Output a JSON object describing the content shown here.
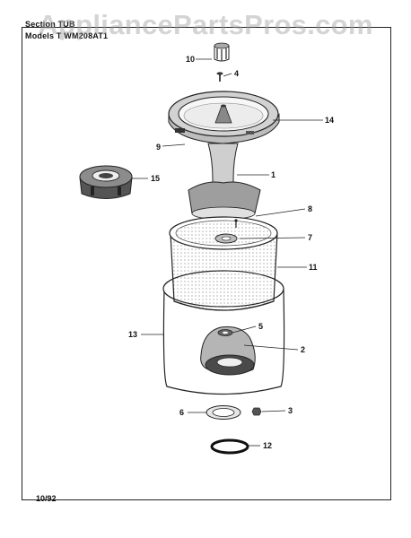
{
  "watermark": "AppliancePartsPros.com",
  "header": {
    "section": "Section  TUB",
    "models": "Models  T  WM208AT1"
  },
  "footer": {
    "date": "10/92"
  },
  "callouts": {
    "c10": "10",
    "c4": "4",
    "c14": "14",
    "c9": "9",
    "c1": "1",
    "c15": "15",
    "c8": "8",
    "c7": "7",
    "c11": "11",
    "c13": "13",
    "c5": "5",
    "c2": "2",
    "c6": "6",
    "c3": "3",
    "c12": "12"
  }
}
